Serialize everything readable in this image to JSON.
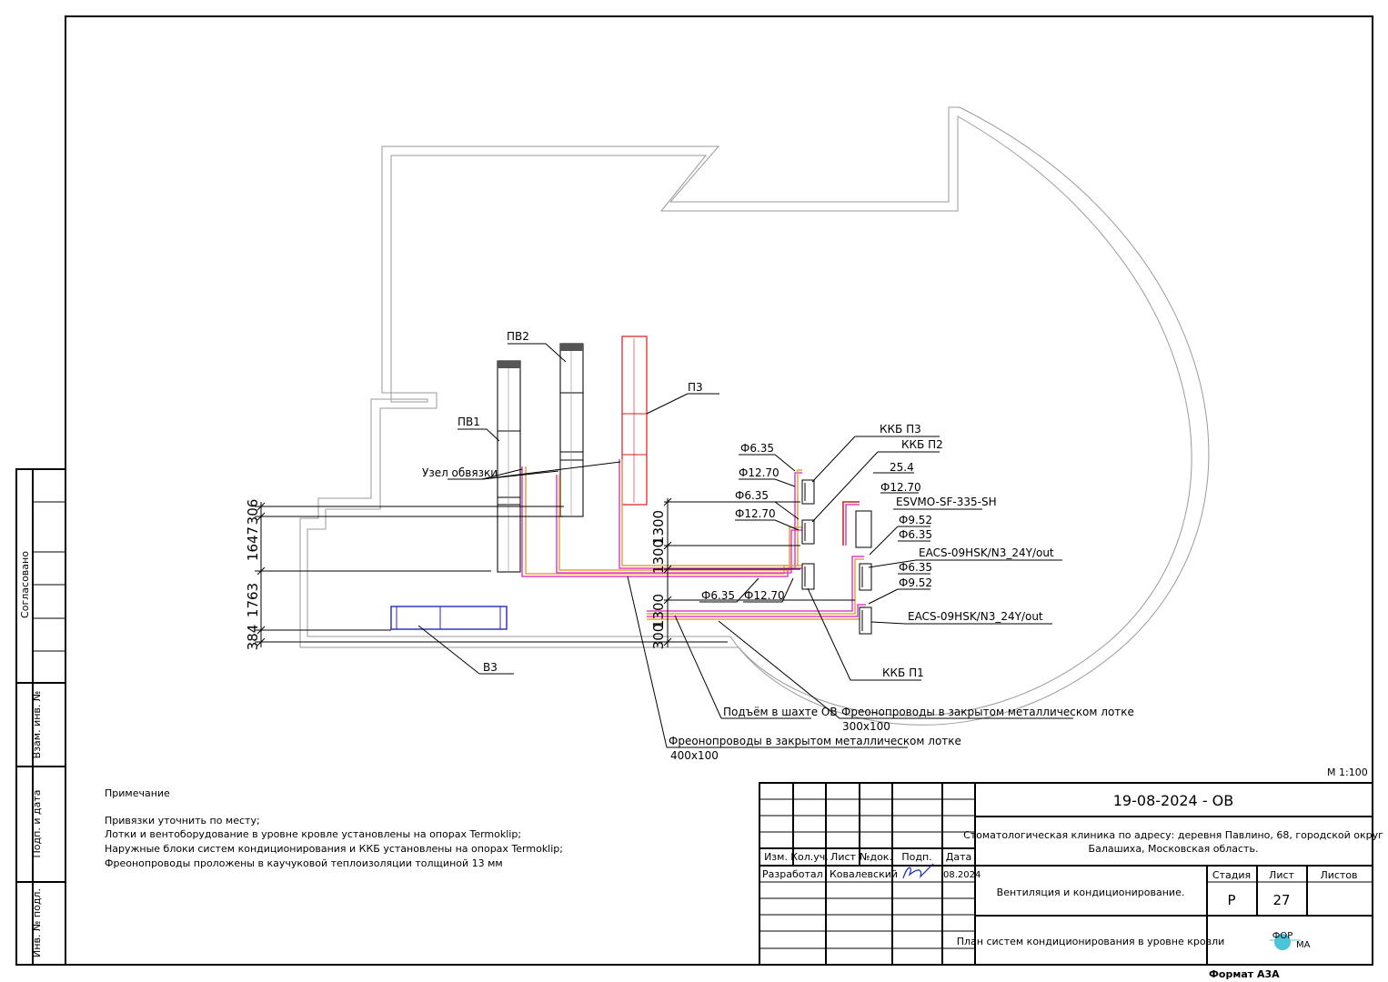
{
  "colors": {
    "supply_unit": "#d41c1c",
    "exhaust_unit": "#1f2bb8",
    "pipe_pink": "#e040c8",
    "pipe_orange": "#e8a23c",
    "pipe_red": "#d41c1c"
  },
  "units": {
    "pv1": "ПВ1",
    "pv2": "ПВ2",
    "p3": "П3",
    "v3": "В3",
    "uzel": "Узел обвязки"
  },
  "ccu": {
    "kkb_p3": "ККБ П3",
    "kkb_p2": "ККБ П2",
    "kkb_p1": "ККБ П1"
  },
  "outdoor": {
    "esvm": "ESVMO-SF-335-SH",
    "eacs1": "EACS-09HSK/N3_24Y/out",
    "eacs2": "EACS-09HSK/N3_24Y/out"
  },
  "pipes": {
    "p3_a": "Ф6.35",
    "p3_b": "Ф12.70",
    "p2_a": "Ф6.35",
    "p2_b": "Ф12.70",
    "p1_a": "Ф6.35",
    "p1_b": "Ф12.70",
    "esvm_a": "25.4",
    "esvm_b": "Ф12.70",
    "eacs1_a": "Ф9.52",
    "eacs1_b": "Ф6.35",
    "eacs2_a": "Ф6.35",
    "eacs2_b": "Ф9.52"
  },
  "annotations": {
    "shaft": "Подъём в шахте ОВ",
    "tray1": "Фреонопроводы в закрытом металлическом лотке",
    "tray1_size": "300х100",
    "tray2": "Фреонопроводы в закрытом металлическом лотке",
    "tray2_size": "400х100"
  },
  "dims": {
    "d306": "306",
    "d1647": "1647",
    "d1763": "1763",
    "d384": "384",
    "d1300a": "1300",
    "d300a": "300",
    "d1300b": "1300",
    "d1300c": "1300",
    "d300b": "300"
  },
  "scale": "М 1:100",
  "notes": {
    "title": "Примечание",
    "lines": [
      "Привязки уточнить по месту;",
      "Лотки и вентоборудование в уровне кровле установлены на опорах Termoklip;",
      "Наружные блоки систем кондиционирования и ККБ установлены на опорах Termoklip;",
      "Фреонопроводы проложены в каучуковой теплоизоляции толщиной 13 мм"
    ]
  },
  "side_stamp": {
    "agreed": "Согласовано",
    "vzam": "Взам. инв. №",
    "podp": "Подп. и дата",
    "inv": "Инв. № подл."
  },
  "title_block": {
    "code": "19-08-2024 - ОВ",
    "object_line1": "Стоматологическая клиника по адресу: деревня Павлино, 68, городской округ",
    "object_line2": "Балашиха, Московская область.",
    "section": "Вентиляция и кондиционирование.",
    "drawing": "План систем кондиционирования в уровне кровли",
    "h_izm": "Изм.",
    "h_kol": "Кол.уч.",
    "h_list": "Лист",
    "h_ndok": "№док.",
    "h_podp": "Подп.",
    "h_date": "Дата",
    "role": "Разработал",
    "person": "Ковалевский",
    "date": "08.2024",
    "h_stage": "Стадия",
    "h_sheet": "Лист",
    "h_sheets": "Листов",
    "stage": "Р",
    "sheet": "27",
    "sheets": "",
    "logo_top": "ФОР",
    "logo_bottom": "МА",
    "format": "Формат А3А"
  }
}
